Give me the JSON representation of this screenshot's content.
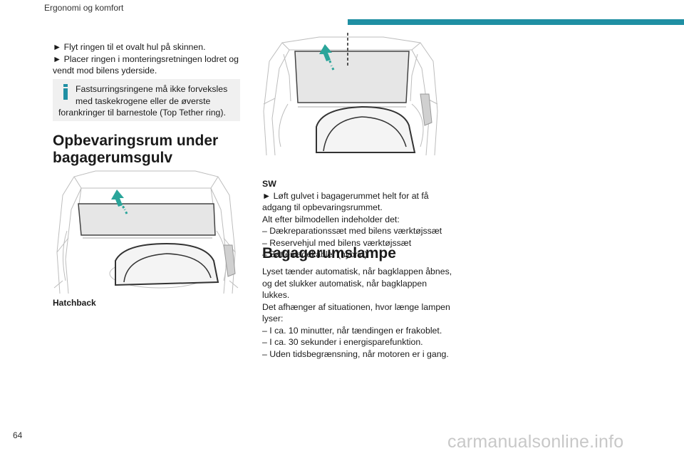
{
  "header": {
    "title": "Ergonomi og komfort"
  },
  "left": {
    "bullet1": "► Flyt ringen til et ovalt hul på skinnen.",
    "bullet2_line1": "► Placer ringen i monteringsretningen lodret og",
    "bullet2_line2": "vendt mod bilens yderside.",
    "info_line1": "Fastsurringsringene må ikke forveksles",
    "info_line2": "med taskekrogene eller de øverste",
    "info_line3": "forankringer til barnestole (Top Tether ring).",
    "heading_line1": "Opbevaringsrum under",
    "heading_line2": "bagagerumsgulv",
    "caption": "Hatchback"
  },
  "right": {
    "sw_label": "SW",
    "sw_line1": "► Løft gulvet i bagagerummet helt for at få",
    "sw_line2": "adgang til opbevaringsrummet.",
    "sw_line3": "Alt efter bilmodellen indeholder det:",
    "sw_item1": "– Dækreparationssæt med bilens værktøjssæt",
    "sw_item2": "– Reservehjul med bilens værktøjssæt",
    "sw_item3": "– Batteriladekabler (hybrid)",
    "heading": "Bagagerumslampe",
    "p1_line1": "Lyset tænder automatisk, når bagklappen åbnes,",
    "p1_line2": "og det slukker automatisk, når bagklappen",
    "p1_line3": "lukkes.",
    "p2_line1": "Det afhænger af situationen, hvor længe lampen",
    "p2_line2": "lyser:",
    "item1": "– I ca. 10 minutter, når tændingen er frakoblet.",
    "item2": "– I ca. 30 sekunder i energisparefunktion.",
    "item3": "– Uden tidsbegrænsning, når motoren er i gang."
  },
  "footer": {
    "page_number": "64",
    "watermark": "carmanualsonline.info"
  },
  "colors": {
    "accent": "#1f8fa3",
    "info_box": "#f0f0f0"
  }
}
